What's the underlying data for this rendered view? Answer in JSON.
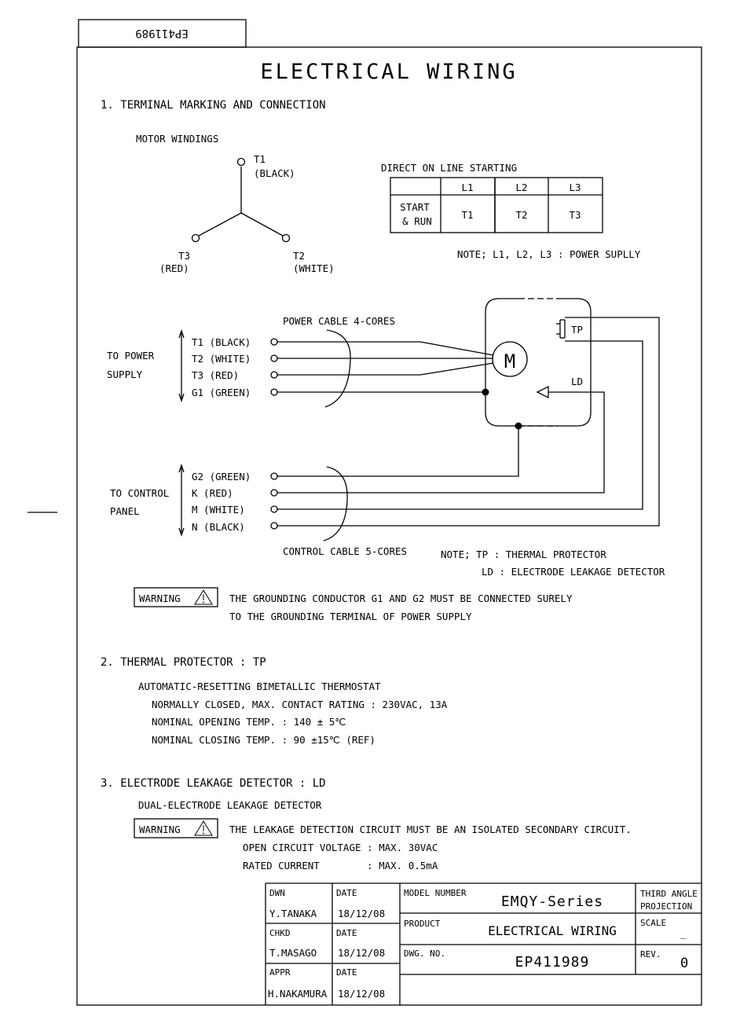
{
  "stamp": "EP411989",
  "title": "ELECTRICAL WIRING",
  "sections": {
    "s1": {
      "heading": "1. TERMINAL MARKING AND CONNECTION",
      "motor_windings": "MOTOR WINDINGS",
      "t1": "T1",
      "t1_color": "(BLACK)",
      "t2": "T2",
      "t2_color": "(WHITE)",
      "t3": "T3",
      "t3_color": "(RED)",
      "dol_title": "DIRECT ON LINE STARTING",
      "dol_headers": [
        "L1",
        "L2",
        "L3"
      ],
      "dol_row_label_1": "START",
      "dol_row_label_2": "& RUN",
      "dol_values": [
        "T1",
        "T2",
        "T3"
      ],
      "power_note": "NOTE; L1, L2, L3 : POWER SUPLLY",
      "power_cable": "POWER CABLE 4-CORES",
      "to_power_1": "TO POWER",
      "to_power_2": "SUPPLY",
      "power_wires": [
        "T1 (BLACK)",
        "T2 (WHITE)",
        "T3 (RED)",
        "G1 (GREEN)"
      ],
      "motor_symbol": "M",
      "tp_label": "TP",
      "ld_label": "LD",
      "to_control_1": "TO CONTROL",
      "to_control_2": "PANEL",
      "control_wires": [
        "G2 (GREEN)",
        "K  (RED)",
        "M  (WHITE)",
        "N  (BLACK)"
      ],
      "control_cable": "CONTROL CABLE 5-CORES",
      "note_tp": "NOTE; TP : THERMAL PROTECTOR",
      "note_ld": "LD : ELECTRODE LEAKAGE DETECTOR",
      "warning_label": "WARNING",
      "warning_line1": "THE GROUNDING CONDUCTOR G1 AND G2 MUST BE CONNECTED SURELY",
      "warning_line2": "TO THE GROUNDING TERMINAL OF POWER SUPPLY"
    },
    "s2": {
      "heading": "2. THERMAL PROTECTOR : TP",
      "line1": "AUTOMATIC-RESETTING BIMETALLIC THERMOSTAT",
      "line2": "NORMALLY CLOSED, MAX. CONTACT RATING : 230VAC, 13A",
      "line3": "NOMINAL OPENING TEMP. : 140 ± 5℃",
      "line4": "NOMINAL CLOSING TEMP. :  90 ±15℃  (REF)"
    },
    "s3": {
      "heading": "3. ELECTRODE LEAKAGE DETECTOR : LD",
      "line1": "DUAL-ELECTRODE LEAKAGE DETECTOR",
      "warning_label": "WARNING",
      "warning_line1": "THE LEAKAGE DETECTION CIRCUIT MUST BE AN ISOLATED SECONDARY CIRCUIT.",
      "warning_line2": "OPEN CIRCUIT VOLTAGE : MAX. 30VAC",
      "warning_line3": "RATED CURRENT        : MAX. 0.5mA"
    }
  },
  "title_block": {
    "dwn_label": "DWN",
    "dwn_name": "Y.TANAKA",
    "dwn_date_label": "DATE",
    "dwn_date": "18/12/08",
    "chkd_label": "CHKD",
    "chkd_name": "T.MASAGO",
    "chkd_date_label": "DATE",
    "chkd_date": "18/12/08",
    "appr_label": "APPR",
    "appr_name": "H.NAKAMURA",
    "appr_date_label": "DATE",
    "appr_date": "18/12/08",
    "model_label": "MODEL NUMBER",
    "model_value": "EMQY-Series",
    "product_label": "PRODUCT",
    "product_value": "ELECTRICAL WIRING",
    "dwg_label": "DWG. NO.",
    "dwg_value": "EP411989",
    "projection_1": "THIRD ANGLE",
    "projection_2": "PROJECTION",
    "scale_label": "SCALE",
    "scale_value": "_",
    "rev_label": "REV.",
    "rev_value": "0"
  }
}
